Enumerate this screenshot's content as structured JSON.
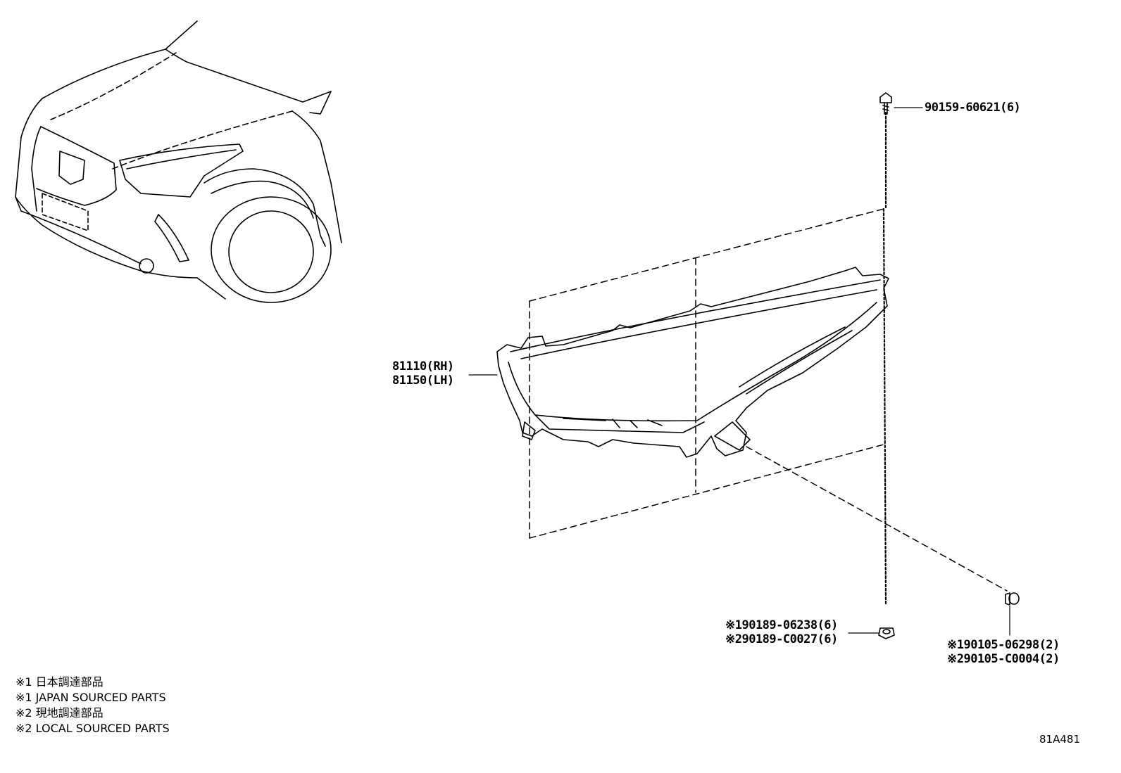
{
  "callouts": {
    "bolt_top": "90159-60621(6)",
    "headlamp_rh": "81110(RH)",
    "headlamp_lh": "81150(LH)",
    "nut_lower_1": "※190189-06238(6)",
    "nut_lower_2": "※290189-C0027(6)",
    "screw_right_1": "※190105-06298(2)",
    "screw_right_2": "※290105-C0004(2)"
  },
  "notes": [
    "※1 日本調達部品",
    "※1 JAPAN SOURCED PARTS",
    "※2 現地調達部品",
    "※2 LOCAL SOURCED PARTS"
  ],
  "diagram_code": "81A481",
  "colors": {
    "line": "#000000",
    "background": "#ffffff"
  }
}
